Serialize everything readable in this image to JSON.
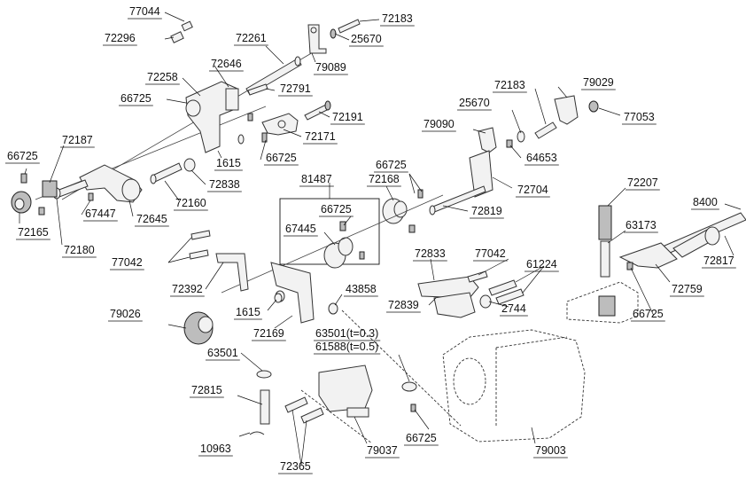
{
  "labels": {
    "p77044": "77044",
    "p72296": "72296",
    "p72261": "72261",
    "p72183a": "72183",
    "p25670a": "25670",
    "p79089": "79089",
    "p72646": "72646",
    "p72258": "72258",
    "p72791": "72791",
    "p66725a": "66725",
    "p72191": "72191",
    "p72171": "72171",
    "p66725b": "66725",
    "p72187": "72187",
    "p66725c": "66725",
    "p1615a": "1615",
    "p72838": "72838",
    "p72160": "72160",
    "p72645": "72645",
    "p67447": "67447",
    "p72165": "72165",
    "p72180": "72180",
    "p72183b": "72183",
    "p79029": "79029",
    "p25670b": "25670",
    "p77053": "77053",
    "p79090": "79090",
    "p64653": "64653",
    "p66725d": "66725",
    "p72168": "72168",
    "p72704": "72704",
    "p81487": "81487",
    "p72819": "72819",
    "p66725e": "66725",
    "p67445": "67445",
    "p72207": "72207",
    "p8400": "8400",
    "p63173": "63173",
    "p72817": "72817",
    "p77042a": "77042",
    "p72392": "72392",
    "p72833": "72833",
    "p77042b": "77042",
    "p61224": "61224",
    "p72839": "72839",
    "p2744": "2744",
    "p72759": "72759",
    "p66725f": "66725",
    "p43858": "43858",
    "p79026": "79026",
    "p1615b": "1615",
    "p72169": "72169",
    "p63501t": "63501(t=0.3)",
    "p61588t": "61588(t=0.5)",
    "p63501": "63501",
    "p72815": "72815",
    "p10963": "10963",
    "p72365": "72365",
    "p79037": "79037",
    "p66725g": "66725",
    "p79003": "79003"
  }
}
